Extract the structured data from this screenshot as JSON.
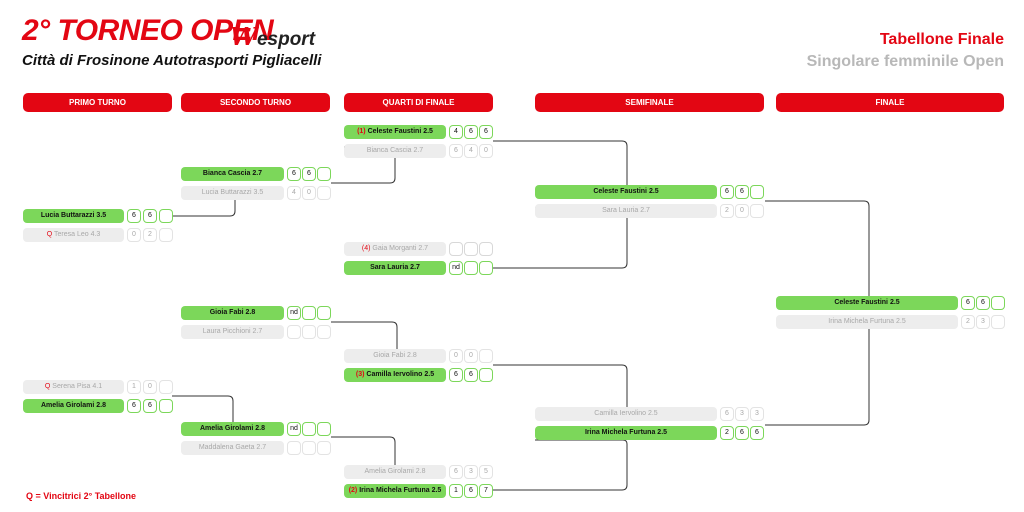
{
  "header": {
    "title": "2° TORNEO OPEN",
    "brand_w": "W",
    "brand_rest": "esport",
    "subtitle": "Città di Frosinone Autotrasporti Pigliacelli",
    "right_title": "Tabellone Finale",
    "right_subtitle": "Singolare femminile Open"
  },
  "rounds": {
    "r1": "PRIMO TURNO",
    "r2": "SECONDO TURNO",
    "r3": "QUARTI DI FINALE",
    "r4": "SEMIFINALE",
    "r5": "FINALE"
  },
  "players": {
    "r1a_win": "Lucia Buttarazzi 3.5",
    "r1a_lose_seed": "Q",
    "r1a_lose": "Teresa Leo 4.3",
    "r1b_lose_seed": "Q",
    "r1b_lose": "Serena Pisa 4.1",
    "r1b_win": "Amelia Girolami 2.8",
    "r2a_win": "Bianca Cascia 2.7",
    "r2a_lose": "Lucia Buttarazzi 3.5",
    "r2b_win": "Gioia Fabi 2.8",
    "r2b_lose": "Laura Picchioni 2.7",
    "r2c_win": "Amelia Girolami 2.8",
    "r2c_lose": "Maddalena Gaeta 2.7",
    "qf1_win_seed": "(1)",
    "qf1_win": "Celeste Faustini 2.5",
    "qf1_lose": "Bianca Cascia 2.7",
    "qf2_lose_seed": "(4)",
    "qf2_lose": "Gaia Morganti 2.7",
    "qf2_win": "Sara Lauria 2.7",
    "qf3_lose": "Gioia Fabi 2.8",
    "qf3_win_seed": "(3)",
    "qf3_win": "Camilla Iervolino 2.5",
    "qf4_lose": "Amelia Girolami 2.8",
    "qf4_win_seed": "(2)",
    "qf4_win": "Irina Michela Furtuna 2.5",
    "sf1_win": "Celeste Faustini 2.5",
    "sf1_lose": "Sara Lauria 2.7",
    "sf2_lose": "Camilla Iervolino 2.5",
    "sf2_win": "Irina Michela Furtuna 2.5",
    "f_win": "Celeste Faustini 2.5",
    "f_lose": "Irina Michela Furtuna 2.5"
  },
  "scores": {
    "r1a_win": [
      "6",
      "6",
      ""
    ],
    "r1a_lose": [
      "0",
      "2",
      ""
    ],
    "r1b_lose": [
      "1",
      "0",
      ""
    ],
    "r1b_win": [
      "6",
      "6",
      ""
    ],
    "r2a_win": [
      "6",
      "6",
      ""
    ],
    "r2a_lose": [
      "4",
      "0",
      ""
    ],
    "r2b_win": [
      "nd",
      "",
      ""
    ],
    "r2b_lose": [
      "",
      "",
      ""
    ],
    "r2c_win": [
      "nd",
      "",
      ""
    ],
    "r2c_lose": [
      "",
      "",
      ""
    ],
    "qf1_win": [
      "4",
      "6",
      "6"
    ],
    "qf1_lose": [
      "6",
      "4",
      "0"
    ],
    "qf2_lose": [
      "",
      "",
      ""
    ],
    "qf2_win": [
      "nd",
      "",
      ""
    ],
    "qf3_lose": [
      "0",
      "0",
      ""
    ],
    "qf3_win": [
      "6",
      "6",
      ""
    ],
    "qf4_lose": [
      "6",
      "3",
      "5"
    ],
    "qf4_win": [
      "1",
      "6",
      "7"
    ],
    "sf1_win": [
      "6",
      "6",
      ""
    ],
    "sf1_lose": [
      "2",
      "0",
      ""
    ],
    "sf2_lose": [
      "6",
      "3",
      "3"
    ],
    "sf2_win": [
      "2",
      "6",
      "6"
    ],
    "f_win": [
      "6",
      "6",
      ""
    ],
    "f_lose": [
      "2",
      "3",
      ""
    ]
  },
  "footer": "Q = Vincitrici 2° Tabellone",
  "colors": {
    "accent_red": "#e30613",
    "winner_green": "#7cd75a",
    "loser_gray": "#ededed",
    "connector": "#333333"
  }
}
